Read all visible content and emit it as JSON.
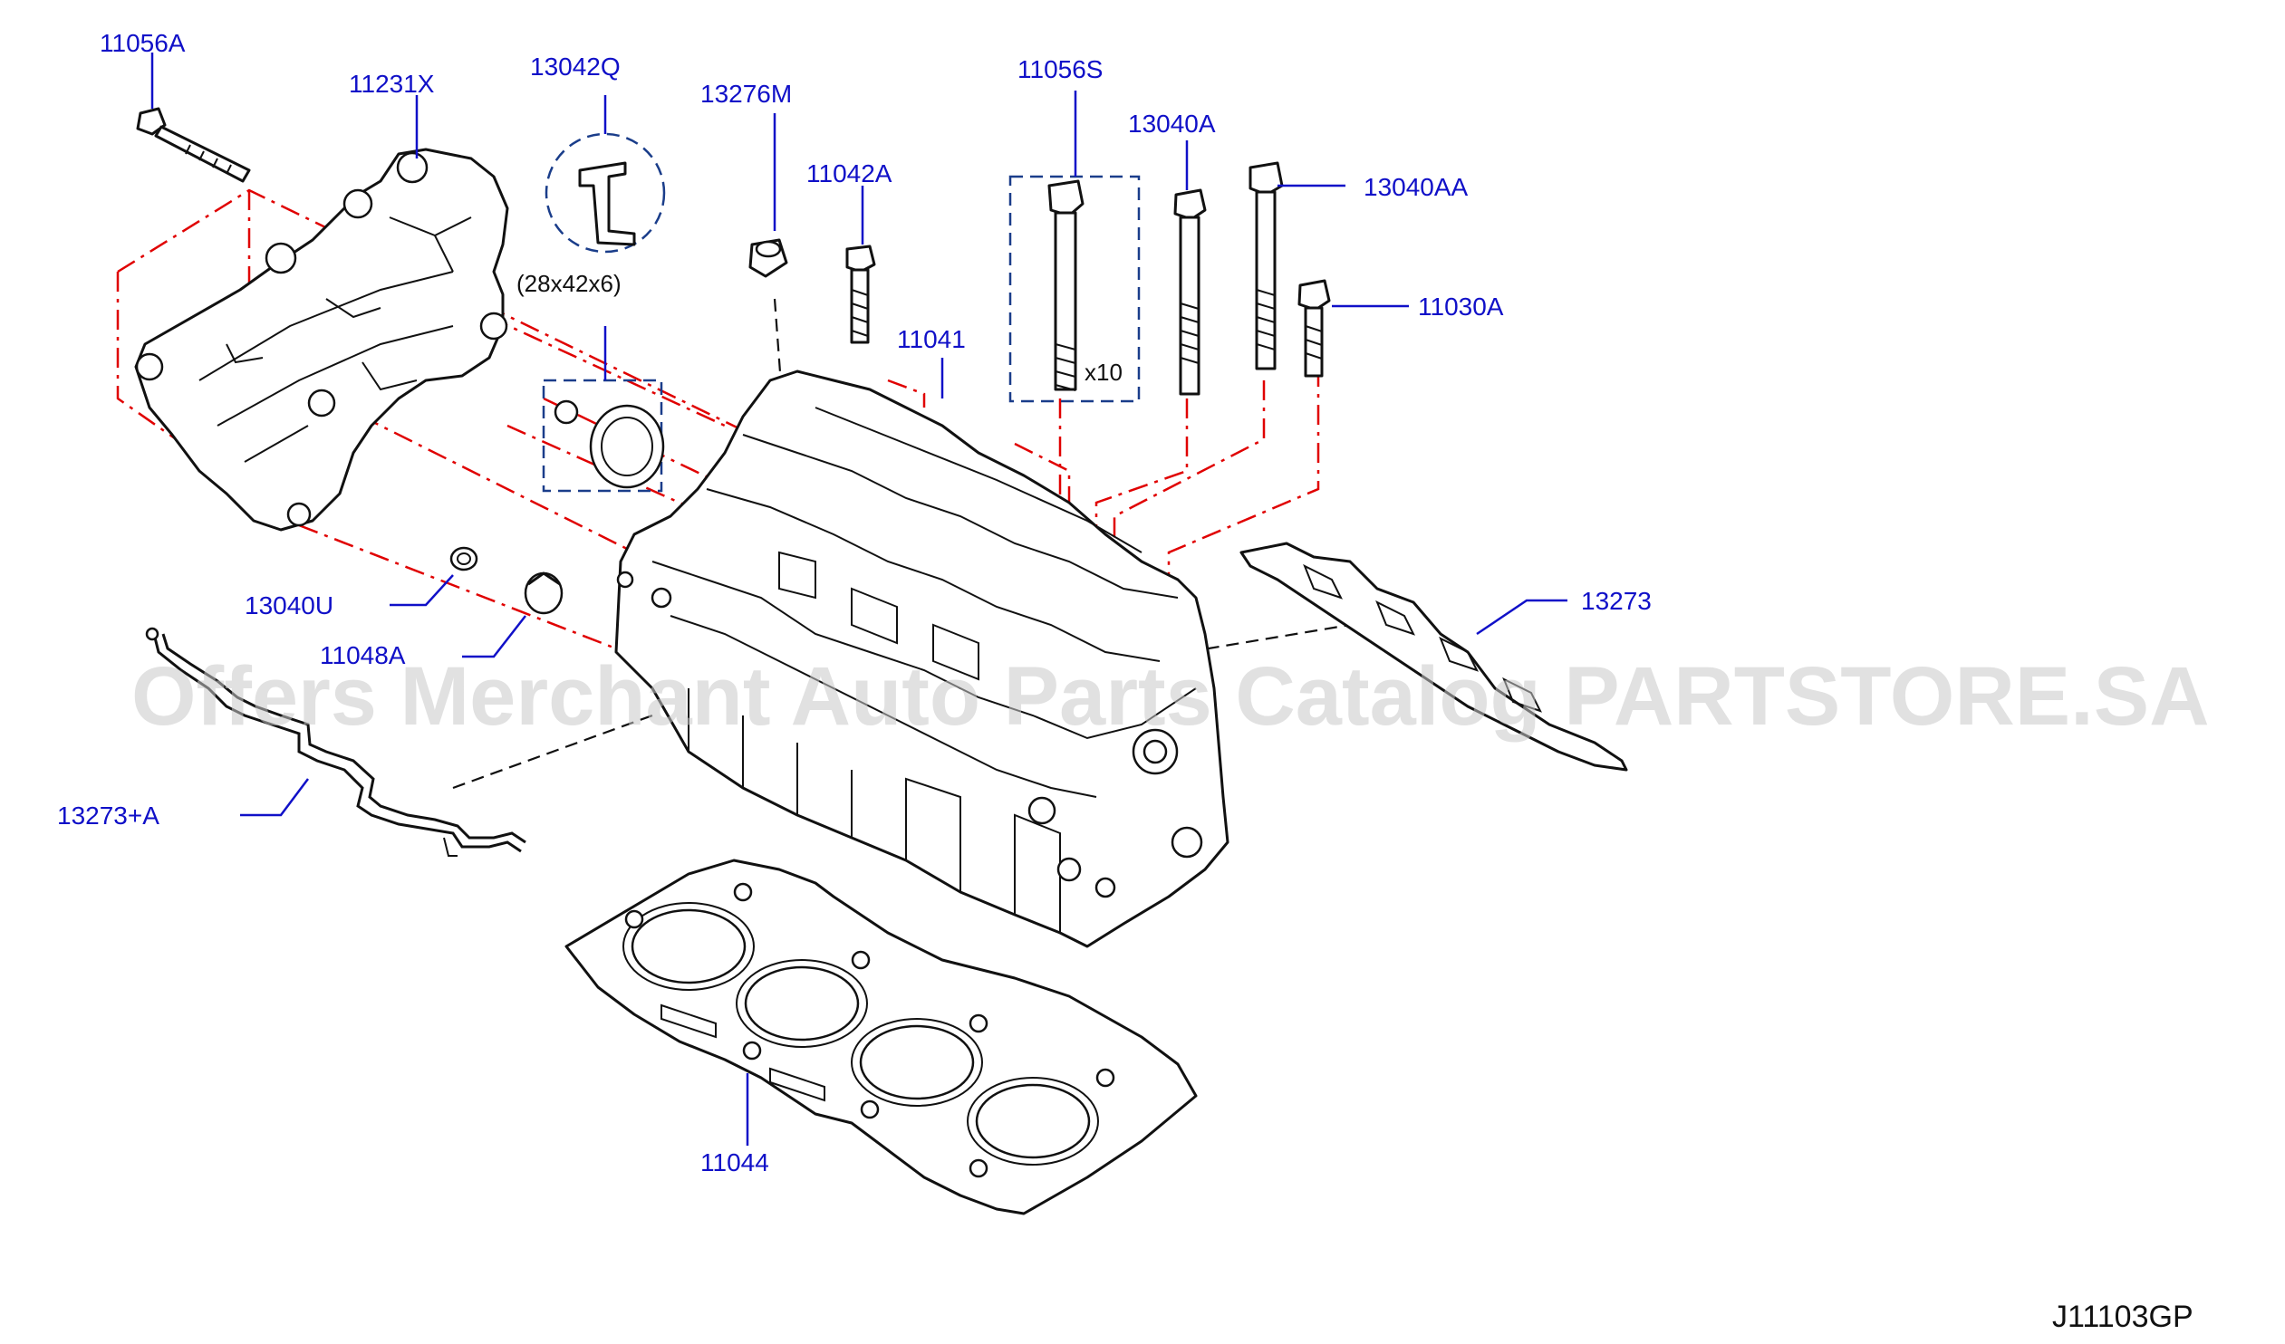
{
  "diagram": {
    "code": "J11103GP",
    "watermark": "Offers Merchant Auto Parts Catalog PARTSTORE.SA",
    "labels": {
      "p11056A": "11056A",
      "p11231X": "11231X",
      "p13042Q": "13042Q",
      "p13276M": "13276M",
      "p11042A": "11042A",
      "p11056S": "11056S",
      "p13040A": "13040A",
      "p13040AA": "13040AA",
      "p11030A": "11030A",
      "p11041": "11041",
      "p13273": "13273",
      "p13040U": "13040U",
      "p11048A": "11048A",
      "p13273A": "13273+A",
      "p11044": "11044"
    },
    "notes": {
      "seal_size": "(28x42x6)",
      "bolt_qty": "x10"
    },
    "colors": {
      "label": "#1010c8",
      "guide_lines": "#e00000",
      "outline": "#111111"
    }
  }
}
